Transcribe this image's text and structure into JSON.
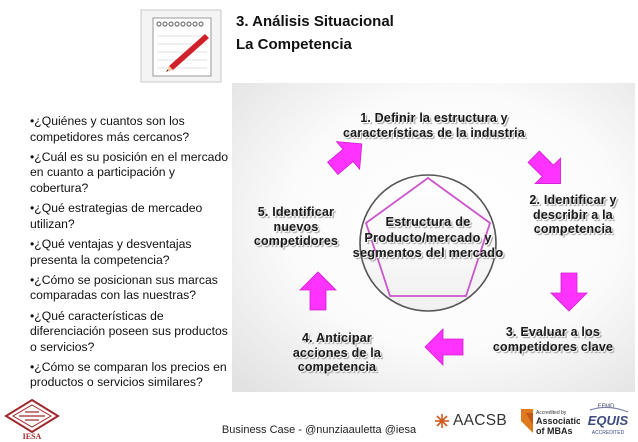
{
  "header": {
    "title": "3. Análisis Situacional",
    "subtitle": "La Competencia"
  },
  "questions": [
    "•¿Quiénes y cuantos son los competidores más cercanos?",
    "•¿Cuál es su posición en el mercado en cuanto a participación y cobertura?",
    "•¿Qué estrategias de mercadeo utilizan?",
    "•¿Qué ventajas y desventajas presenta la competencia?",
    "•¿Cómo se posicionan sus marcas comparadas con las nuestras?",
    "•¿Qué características de diferenciación poseen sus productos o servicios?",
    "•¿Cómo se comparan los precios en productos o servicios similares?"
  ],
  "diagram": {
    "center": "Estructura de Producto/mercado y segmentos del mercado",
    "steps": [
      "1. Definir la estructura y características de la industria",
      "2. Identificar y describir a la competencia",
      "3. Evaluar a los competidores clave",
      "4. Anticipar acciones de la competencia",
      "5. Identificar nuevos competidores"
    ],
    "arrow_color": "#ff33ff"
  },
  "footer": {
    "text": "Business Case - @nunziaauletta @iesa",
    "logos": {
      "iesa": "IESA",
      "aacsb": "AACSB",
      "amba_line1": "Accredited by",
      "amba_line2": "Association",
      "amba_line3": "of MBAs",
      "equis_top": "EFMD",
      "equis": "EQUIS",
      "equis_bottom": "ACCREDITED"
    }
  }
}
